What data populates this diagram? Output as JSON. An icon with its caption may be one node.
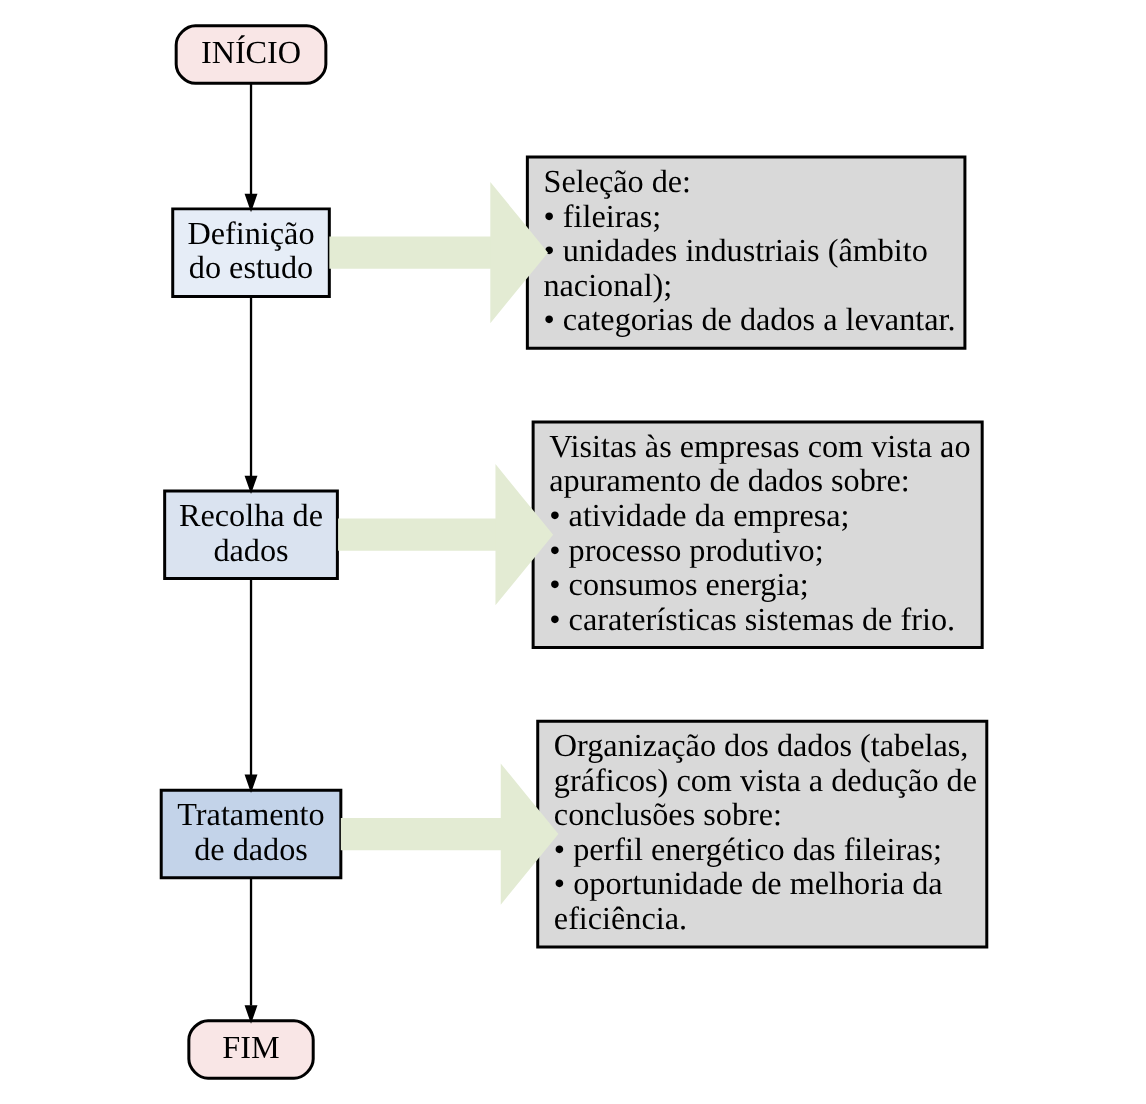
{
  "diagram": {
    "nodes": [
      {
        "text": [
          "INÍCIO"
        ]
      },
      {
        "text": [
          "Definição do estudo"
        ]
      },
      {
        "text": [
          "Seleção de:",
          "• fileiras;",
          "• unidades industriais (âmbito nacional);",
          "• categorias de dados a levantar."
        ]
      },
      {
        "text": [
          "Recolha de dados"
        ]
      },
      {
        "text": [
          "Visitas às empresas com vista ao apuramento de dados sobre:",
          "• atividade da empresa;",
          "• processo produtivo;",
          "• consumos energia;",
          "• caraterísticas sistemas de frio."
        ]
      },
      {
        "text": [
          "Tratamento de dados"
        ]
      },
      {
        "text": [
          "Organização dos dados (tabelas, gráficos) com vista a dedução de conclusões sobre:",
          "• perfil energético das fileiras;",
          "• oportunidade de melhoria da eficiência."
        ]
      },
      {
        "text": [
          "FIM"
        ]
      }
    ],
    "edges": [
      {
        "from": 0,
        "to": 1,
        "arrow": "to"
      },
      {
        "from": 1,
        "to": 2,
        "arrow": "to",
        "style": "thick",
        "color": "#e3ebd3"
      },
      {
        "from": 1,
        "to": 3,
        "arrow": "to"
      },
      {
        "from": 3,
        "to": 4,
        "arrow": "to",
        "style": "thick",
        "color": "#e3ebd3"
      },
      {
        "from": 3,
        "to": 5,
        "arrow": "to"
      },
      {
        "from": 5,
        "to": 6,
        "arrow": "to",
        "style": "thick",
        "color": "#e3ebd3"
      },
      {
        "from": 5,
        "to": 7,
        "arrow": "to"
      }
    ]
  }
}
